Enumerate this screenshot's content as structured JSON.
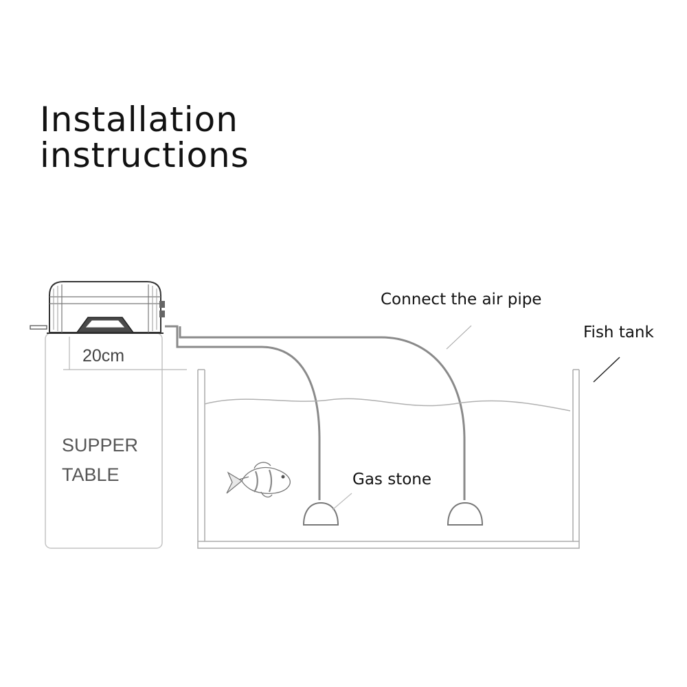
{
  "title": {
    "line1": "Installation",
    "line2": "instructions"
  },
  "labels": {
    "air_pipe": "Connect the air pipe",
    "fish_tank": "Fish tank",
    "gas_stone": "Gas stone",
    "distance": "20cm",
    "table_line1": "SUPPER",
    "table_line2": "TABLE"
  },
  "colors": {
    "outline": "#aaaaaa",
    "pipe": "#8a8a8a",
    "text": "#111111"
  }
}
